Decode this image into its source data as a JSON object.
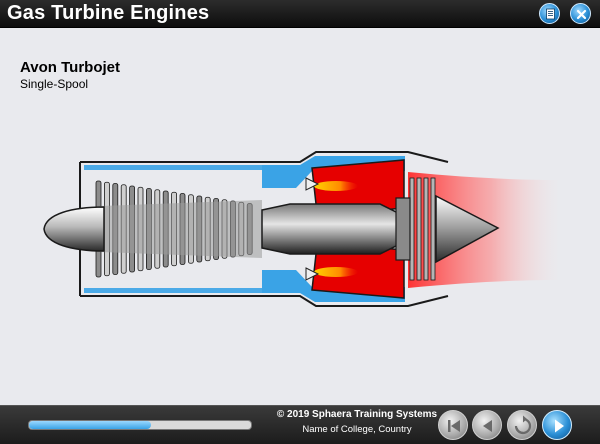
{
  "header": {
    "title": "Gas Turbine Engines",
    "buttons": [
      {
        "icon": "document-icon"
      },
      {
        "icon": "close-icon"
      }
    ]
  },
  "content": {
    "engine_name": "Avon Turbojet",
    "engine_type": "Single-Spool"
  },
  "footer": {
    "progress": 0.55,
    "copyright": "© 2019 Sphaera Training Systems",
    "college": "Name of College, Country",
    "buttons": [
      {
        "icon": "skip-to-start-icon"
      },
      {
        "icon": "back-icon"
      },
      {
        "icon": "replay-icon"
      },
      {
        "icon": "play-next-icon"
      }
    ]
  },
  "colors": {
    "header_bg": "#111111",
    "content_bg": "#e9eaee",
    "compressor_air": "#3aa3e6",
    "combustion": "#e60000",
    "accent_blue": "#2a8fd6"
  }
}
